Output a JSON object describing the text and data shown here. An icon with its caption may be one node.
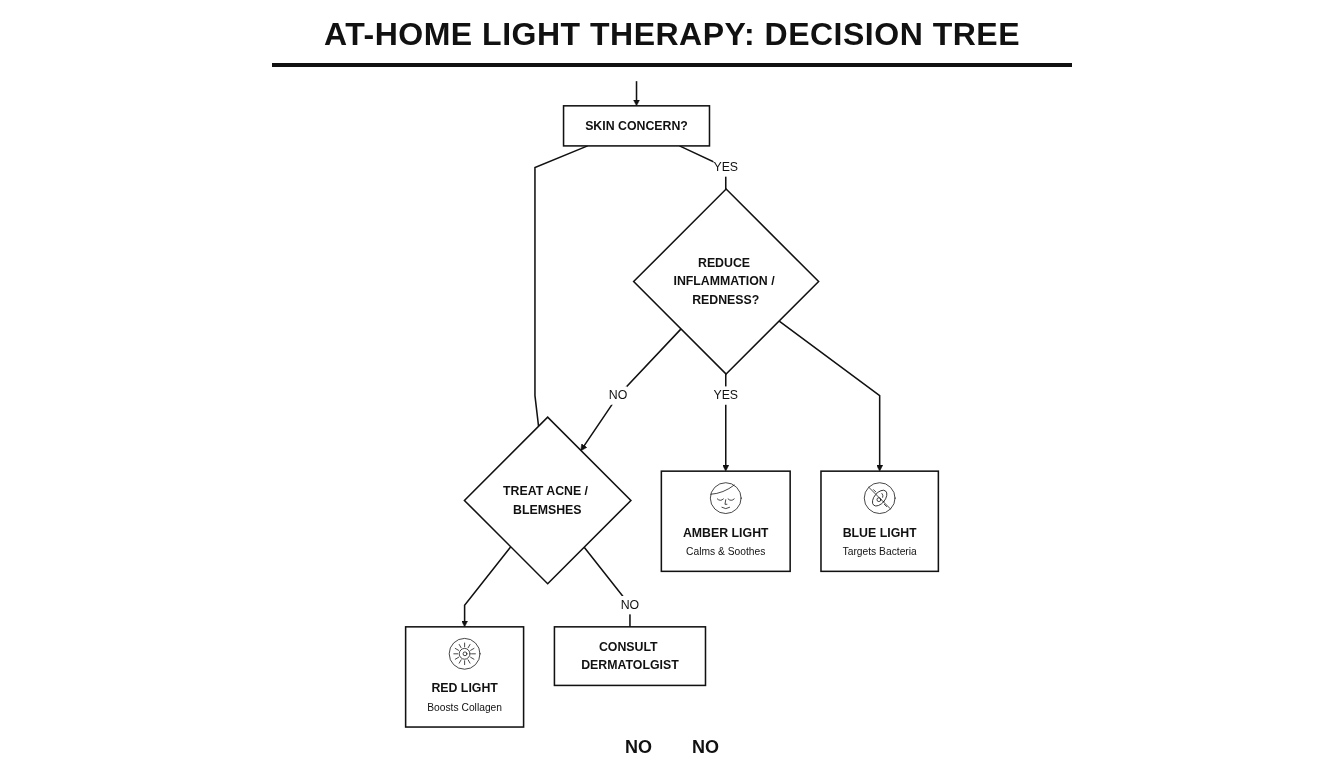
{
  "diagram": {
    "title": "AT-HOME LIGHT THERAPY: DECISION TREE",
    "nodes": [
      {
        "text": [
          "SKIN CONCERN?"
        ]
      },
      {
        "text": [
          "REDUCE INFLAMMATION / REDNESS?"
        ]
      },
      {
        "text": [
          "TREAT ACNE / BLEMSHES"
        ]
      },
      {
        "text": [
          "AMBER LIGHT",
          "Calms & Soothes"
        ]
      },
      {
        "text": [
          "BLUE LIGHT",
          "Targets Bacteria"
        ]
      },
      {
        "text": [
          "RED LIGHT",
          "Boosts Collagen"
        ]
      },
      {
        "text": [
          "CONSULT DERMATOLGIST"
        ]
      }
    ],
    "edges": [
      {
        "from": null,
        "to": 0,
        "arrow": "to"
      },
      {
        "from": 0,
        "to": 1,
        "label": "YES",
        "arrow": "none"
      },
      {
        "from": 0,
        "to": 2,
        "arrow": "none"
      },
      {
        "from": 1,
        "to": 3,
        "label": "YES",
        "arrow": "to"
      },
      {
        "from": 1,
        "to": 2,
        "label": "NO",
        "arrow": "to"
      },
      {
        "from": 1,
        "to": 4,
        "arrow": "to"
      },
      {
        "from": 2,
        "to": 5,
        "arrow": "to"
      },
      {
        "from": 2,
        "to": 6,
        "label": "NO",
        "arrow": "none"
      }
    ],
    "labels": [
      "NO",
      "NO"
    ]
  }
}
